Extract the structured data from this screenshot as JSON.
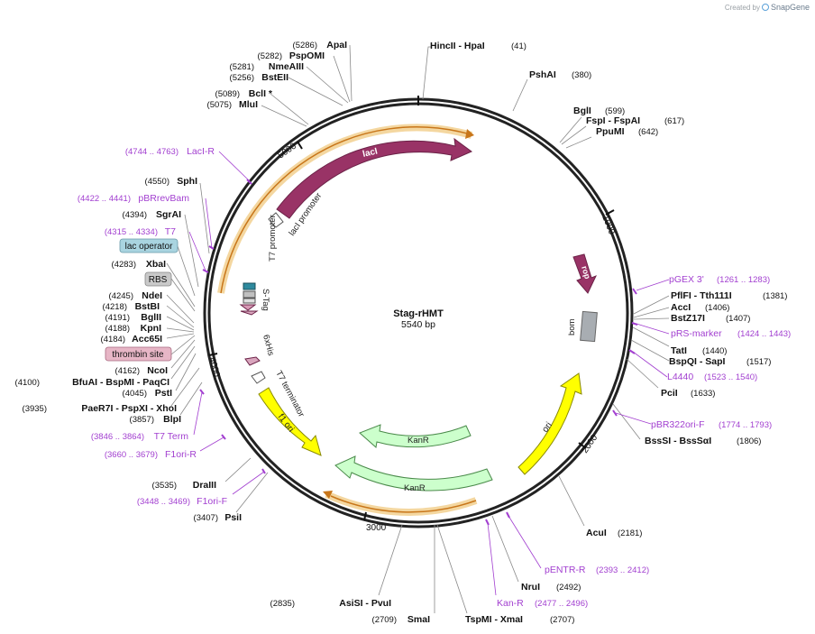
{
  "brand": {
    "created_by": "Created by",
    "name": "SnapGene"
  },
  "plasmid": {
    "name": "Stag-rHMT",
    "length": "5540 bp"
  },
  "ticks": [
    "1000",
    "2000",
    "3000",
    "4000",
    "5000"
  ],
  "sites": [
    {
      "name": "HincII  -  HpaI",
      "pos": "(41)"
    },
    {
      "name": "PshAI",
      "pos": "(380)"
    },
    {
      "name": "BglI",
      "pos": "(599)"
    },
    {
      "name": "FspI  -  FspAI",
      "pos": "(617)"
    },
    {
      "name": "PpuMI",
      "pos": "(642)"
    },
    {
      "name": "PflFI  -  Tth111I",
      "pos": "(1381)"
    },
    {
      "name": "AccI",
      "pos": "(1406)"
    },
    {
      "name": "BstZ17I",
      "pos": "(1407)"
    },
    {
      "name": "TatI",
      "pos": "(1440)"
    },
    {
      "name": "BspQI  -  SapI",
      "pos": "(1517)"
    },
    {
      "name": "PciI",
      "pos": "(1633)"
    },
    {
      "name": "BssSI  -  BssSαI",
      "pos": "(1806)"
    },
    {
      "name": "AcuI",
      "pos": "(2181)"
    },
    {
      "name": "NruI",
      "pos": "(2492)"
    },
    {
      "name": "TspMI  -  XmaI",
      "pos": "(2707)"
    },
    {
      "name": "SmaI",
      "pos": "(2709)"
    },
    {
      "name": "AsiSI  -  PvuI",
      "pos": "(2835)"
    },
    {
      "name": "PsiI",
      "pos": "(3407)"
    },
    {
      "name": "DraIII",
      "pos": "(3535)"
    },
    {
      "name": "BlpI",
      "pos": "(3857)"
    },
    {
      "name": "PaeR7I  -  PspXI  -  XhoI",
      "pos": "(3935)"
    },
    {
      "name": "PstI",
      "pos": "(4045)"
    },
    {
      "name": "BfuAI  -  BspMI  -  PaqCI",
      "pos": "(4100)"
    },
    {
      "name": "NcoI",
      "pos": "(4162)"
    },
    {
      "name": "Acc65I",
      "pos": "(4184)"
    },
    {
      "name": "KpnI",
      "pos": "(4188)"
    },
    {
      "name": "BglII",
      "pos": "(4191)"
    },
    {
      "name": "BstBI",
      "pos": "(4218)"
    },
    {
      "name": "NdeI",
      "pos": "(4245)"
    },
    {
      "name": "XbaI",
      "pos": "(4283)"
    },
    {
      "name": "SgrAI",
      "pos": "(4394)"
    },
    {
      "name": "SphI",
      "pos": "(4550)"
    },
    {
      "name": "MluI",
      "pos": "(5075)"
    },
    {
      "name": "BclI *",
      "pos": "(5089)"
    },
    {
      "name": "BstEII",
      "pos": "(5256)"
    },
    {
      "name": "NmeAIII",
      "pos": "(5281)"
    },
    {
      "name": "PspOMI",
      "pos": "(5282)"
    },
    {
      "name": "ApaI",
      "pos": "(5286)"
    }
  ],
  "primers": [
    {
      "name": "pGEX 3'",
      "range": "(1261 .. 1283)"
    },
    {
      "name": "pRS-marker",
      "range": "(1424 .. 1443)"
    },
    {
      "name": "L4440",
      "range": "(1523 .. 1540)"
    },
    {
      "name": "pBR322ori-F",
      "range": "(1774 .. 1793)"
    },
    {
      "name": "pENTR-R",
      "range": "(2393 .. 2412)"
    },
    {
      "name": "Kan-R",
      "range": "(2477 .. 2496)"
    },
    {
      "name": "F1ori-F",
      "range": "(3448 .. 3469)"
    },
    {
      "name": "F1ori-R",
      "range": "(3660 .. 3679)"
    },
    {
      "name": "T7 Term",
      "range": "(3846 .. 3864)"
    },
    {
      "name": "T7",
      "range": "(4315 .. 4334)"
    },
    {
      "name": "pBRrevBam",
      "range": "(4422 .. 4441)"
    },
    {
      "name": "LacI-R",
      "range": "(4744 .. 4763)"
    }
  ],
  "boxed_features": [
    "lac operator",
    "RBS",
    "thrombin site"
  ],
  "features": {
    "lacI": "lacI",
    "lacI_promoter": "lacI promoter",
    "rop": "rop",
    "bom": "bom",
    "ori": "ori",
    "kanr": "KanR",
    "f1_ori": "f1 ori",
    "t7_terminator": "T7 terminator",
    "six_his": "6xHis",
    "s_tag": "S-Tag",
    "t7_promoter": "T7 promoter"
  },
  "colors": {
    "lacI": "#993366",
    "rop": "#993366",
    "ori": "#ffff00",
    "f1_ori": "#ffff00",
    "kanr": "#ccffcc",
    "orf_highlight": "#f6d9a6",
    "primer": "#a23fd0",
    "lac_operator": "#a9d4e0",
    "rbs": "#c9c9c9",
    "thrombin": "#e7b6c6"
  }
}
